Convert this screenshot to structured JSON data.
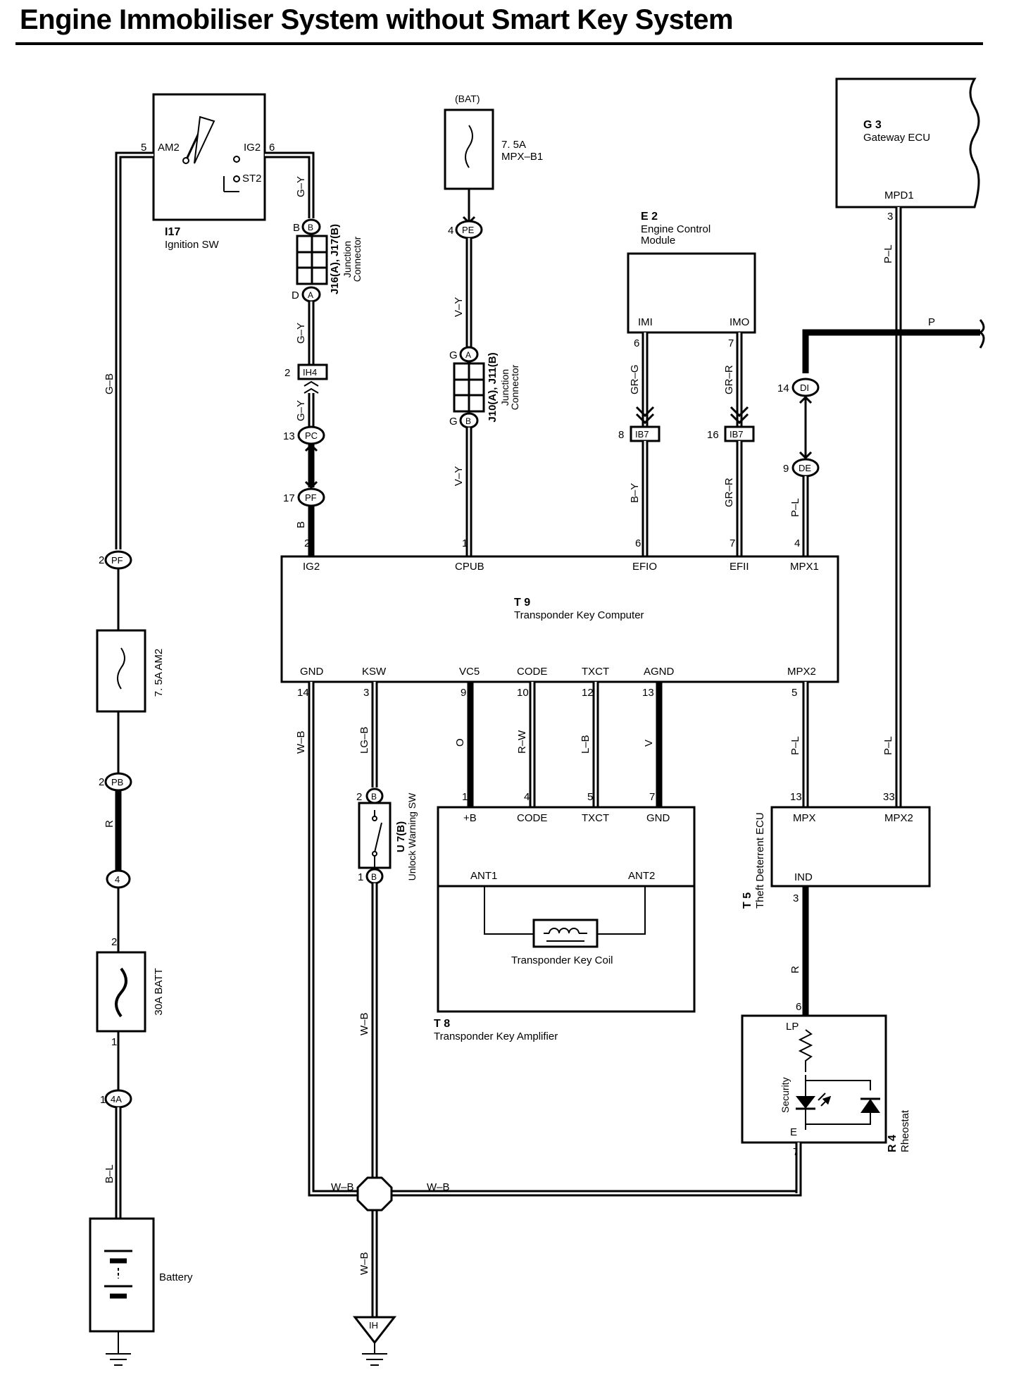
{
  "title": "Engine Immobiliser System without Smart Key System",
  "components": {
    "ignition_sw": {
      "code": "I17",
      "name": "Ignition SW",
      "pins": [
        "AM2",
        "IG2",
        "ST2"
      ],
      "pin_numbers": [
        "5",
        "6"
      ]
    },
    "gateway_ecu": {
      "code": "G 3",
      "name": "Gateway ECU",
      "pin": "MPD1",
      "pin_number": "3"
    },
    "engine_control_module": {
      "code": "E 2",
      "name": "Engine Control",
      "name2": "Module",
      "pins": [
        "IMI",
        "IMO"
      ],
      "pin_numbers": [
        "6",
        "7"
      ]
    },
    "fuse_bat": {
      "source": "(BAT)",
      "rating": "7. 5A",
      "name": "MPX–B1"
    },
    "fuse_am2": {
      "label": "7. 5A AM2"
    },
    "fuse_batt": {
      "label": "30A BATT",
      "pin_top": "2",
      "pin_bottom": "1"
    },
    "junction_j16": {
      "code": "J16(A), J17(B)",
      "name1": "Junction",
      "name2": "Connector",
      "pin_top": "B",
      "pin_bottom": "D",
      "badge_top": "B",
      "badge_bottom": "A"
    },
    "junction_j10": {
      "code": "J10(A), J11(B)",
      "name1": "Junction",
      "name2": "Connector",
      "pin_top": "G",
      "pin_bottom": "G",
      "badge_top": "A",
      "badge_bottom": "B"
    },
    "transponder_computer": {
      "code": "T 9",
      "name": "Transponder Key Computer",
      "top_pins": [
        {
          "label": "IG2",
          "num": "2"
        },
        {
          "label": "CPUB",
          "num": "1"
        },
        {
          "label": "EFIO",
          "num": "6"
        },
        {
          "label": "EFII",
          "num": "7"
        },
        {
          "label": "MPX1",
          "num": "4"
        }
      ],
      "bottom_pins": [
        {
          "label": "GND",
          "num": "14"
        },
        {
          "label": "KSW",
          "num": "3"
        },
        {
          "label": "VC5",
          "num": "9"
        },
        {
          "label": "CODE",
          "num": "10"
        },
        {
          "label": "TXCT",
          "num": "12"
        },
        {
          "label": "AGND",
          "num": "13"
        },
        {
          "label": "MPX2",
          "num": "5"
        }
      ]
    },
    "transponder_amplifier": {
      "code": "T 8",
      "name": "Transponder Key Amplifier",
      "pins": [
        {
          "label": "+B",
          "num": "1"
        },
        {
          "label": "CODE",
          "num": "4"
        },
        {
          "label": "TXCT",
          "num": "5"
        },
        {
          "label": "GND",
          "num": "7"
        }
      ],
      "ant1": "ANT1",
      "ant2": "ANT2",
      "coil": "Transponder Key Coil"
    },
    "unlock_warning_sw": {
      "code": "U 7(B)",
      "name": "Unlock Warning SW",
      "pin_top": "2",
      "pin_bottom": "1",
      "badge": "B"
    },
    "theft_deterrent_ecu": {
      "code": "T 5",
      "name": "Theft Deterrent ECU",
      "pins": [
        "MPX",
        "MPX2",
        "IND"
      ],
      "pin_numbers": [
        "13",
        "33",
        "3"
      ]
    },
    "rheostat": {
      "code": "R 4",
      "name": "Rheostat",
      "pins": [
        "LP",
        "E"
      ],
      "pin_numbers": [
        "6",
        "7"
      ],
      "led_label": "Security"
    },
    "battery": {
      "name": "Battery"
    },
    "ground_ih": {
      "label": "IH"
    }
  },
  "connectors": {
    "pf_top": {
      "id": "PF",
      "pin": "2"
    },
    "pb": {
      "id": "PB",
      "pin": "2"
    },
    "c4": {
      "id": "4",
      "pin": ""
    },
    "c4a": {
      "id": "4A",
      "pin": "1"
    },
    "ih4": {
      "id": "IH4",
      "pin": "2"
    },
    "pc": {
      "id": "PC",
      "pin": "13"
    },
    "pf": {
      "id": "PF",
      "pin": "17"
    },
    "pe": {
      "id": "PE",
      "pin": "4"
    },
    "ib7_a": {
      "id": "IB7",
      "pin": "8"
    },
    "ib7_b": {
      "id": "IB7",
      "pin": "16"
    },
    "di": {
      "id": "DI",
      "pin": "14"
    },
    "de": {
      "id": "DE",
      "pin": "9"
    }
  },
  "wires": {
    "left_main": "G–B",
    "r": "R",
    "bl": "B–L",
    "gy1": "G–Y",
    "gy2": "G–Y",
    "gy3": "G–Y",
    "b": "B",
    "vy1": "V–Y",
    "vy2": "V–Y",
    "grg": "GR–G",
    "grr": "GR–R",
    "by": "B–Y",
    "grr2": "GR–R",
    "pl_gw": "P–L",
    "p": "P",
    "pl_di": "P–L",
    "wb_gnd": "W–B",
    "lgb": "LG–B",
    "o": "O",
    "rw": "R–W",
    "lb": "L–B",
    "v": "V",
    "pl_mpx2": "P–L",
    "pl_gw2": "P–L",
    "r_ind": "R",
    "wb_mid": "W–B",
    "wb_left": "W–B",
    "wb_right": "W–B",
    "wb_bottom": "W–B"
  }
}
